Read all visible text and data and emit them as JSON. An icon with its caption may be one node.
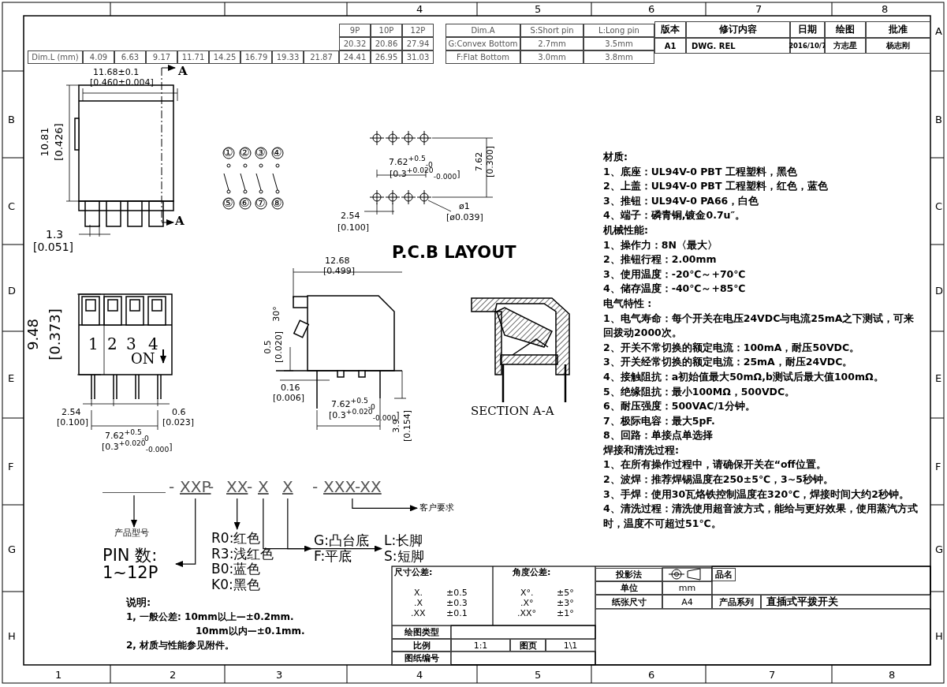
{
  "diagram": {
    "nodes": [
      {
        "text": [],
        "shape": "bar"
      },
      {
        "text": [
          "XXP"
        ]
      },
      {
        "text": [
          "XX"
        ]
      },
      {
        "text": [
          "X"
        ]
      },
      {
        "text": [
          "X"
        ]
      },
      {
        "text": [
          "XXX-XX"
        ]
      },
      {
        "text": [
          "产品型号"
        ]
      },
      {
        "text": [
          "PIN 数: 1~12P"
        ]
      },
      {
        "text": [
          "R0:红色",
          "R3:浅红色",
          "B0:蓝色",
          "K0:黑色"
        ]
      },
      {
        "text": [
          "G:凸台底",
          "F:平底"
        ]
      },
      {
        "text": [
          "L:长脚",
          "S:短脚"
        ]
      },
      {
        "text": [
          "客户要求"
        ]
      }
    ],
    "edges": [
      {
        "from": 0,
        "to": 6,
        "arrow": "to"
      },
      {
        "from": 1,
        "to": 7,
        "arrow": "to"
      },
      {
        "from": 2,
        "to": 8,
        "arrow": "to"
      },
      {
        "from": 3,
        "to": 9,
        "arrow": "to"
      },
      {
        "from": 4,
        "to": 10,
        "arrow": "to"
      },
      {
        "from": 5,
        "to": 11,
        "arrow": "to"
      }
    ],
    "labels": [
      "4",
      "5",
      "6",
      "7",
      "8",
      "1",
      "2",
      "3",
      "4",
      "5",
      "6",
      "7",
      "8",
      "B",
      "C",
      "D",
      "E",
      "F",
      "G",
      "H",
      "A",
      "B",
      "C",
      "D",
      "E",
      "F",
      "G",
      "H",
      "9P",
      "10P",
      "12P",
      "20.32",
      "20.86",
      "27.94",
      "Dim.L (mm)",
      "4.09",
      "6.63",
      "9.17",
      "11.71",
      "14.25",
      "16.79",
      "19.33",
      "21.87",
      "24.41",
      "26.95",
      "31.03",
      "Dim.A",
      "S:Short pin",
      "L:Long pin",
      "G:Convex Bottom",
      "2.7mm",
      "3.5mm",
      "F:Flat Bottom",
      "3.0mm",
      "3.8mm",
      "版本",
      "修订内容",
      "日期",
      "绘图",
      "批准",
      "A1",
      "DWG. REL",
      "2016/10/7",
      "方志星",
      "杨志刚",
      "11.68±0.1",
      "[0.460±0.004]",
      "A",
      "10.81",
      "[0.426]",
      "A",
      "1.3",
      "[0.051]",
      "①",
      "②",
      "③",
      "④",
      "⑤",
      "⑥",
      "⑦",
      "⑧",
      "7.62$^{+0.5}$$_{-0}$",
      "[0.3$^{+0.020}$$_{-0.000}$]",
      "7.62",
      "[0.300]",
      "2.54",
      "[0.100]",
      "ø1",
      "[ø0.039]",
      "P.C.B LAYOUT",
      "9.48",
      "[0.373]",
      "1",
      "2",
      "3",
      "4",
      "ON",
      "2.54",
      "[0.100]",
      "0.6",
      "[0.023]",
      "7.62$^{+0.5}$$_{-0}$",
      "[0.3$^{+0.020}$$_{-0.000}$]",
      "12.68",
      "[0.499]",
      "30°",
      "0.5",
      "[0.020]",
      "0.16",
      "[0.006]",
      "7.62$^{+0.5}$$_{-0}$",
      "[0.3$^{+0.020}$$_{-0.000}$]",
      "3.9",
      "[0.154]",
      "SECTION A-A",
      "-",
      "-",
      "-",
      "-",
      "说明:",
      "1, 一般公差: 10mm以上—±0.2mm.",
      "10mm以内—±0.1mm.",
      "2, 材质与性能参见附件。",
      "材质:",
      "1、底座：UL94V-0 PBT 工程塑料，黑色",
      "2、上盖：UL94V-0 PBT 工程塑料，红色，蓝色",
      "3、推钮：UL94V-0 PA66，白色",
      "4、端子：磷青铜,镀金0.7u″。",
      "机械性能:",
      "1、操作力：8N〈最大〉",
      "2、推钮行程：2.00mm",
      "3、使用温度：-20℃～+70℃",
      "4、储存温度：-40℃～+85℃",
      "电气特性 :",
      "1、电气寿命：每个开关在电压24VDC与电流25mA之下测试，可来回拨动2000次。",
      "2、开关不常切换的额定电流：100mA，耐压50VDC。",
      "3、开关经常切换的额定电流：25mA，耐压24VDC。",
      "4、接触阻抗：a初始值最大50mΩ,b测试后最大值100mΩ。",
      "5、绝缘阻抗：最小100MΩ，500VDC。",
      "6、耐压强度：500VAC/1分钟。",
      "7、极际电容：最大5pF.",
      "8、回路：单接点单选择",
      "焊接和清洗过程:",
      "1、在所有操作过程中，请确保开关在“off位置。",
      "2、波焊：推荐焊锡温度在250±5℃，3~5秒钟。",
      "3、手焊：使用30瓦烙铁控制温度在320℃，焊接时间大约2秒钟。",
      "4、清洗过程：清洗使用超音波方式，能给与更好效果，使用蒸汽方式时，温度不可超过51℃。",
      "尺寸公差:",
      "X.",
      "±0.5",
      ".X",
      "±0.3",
      ".XX",
      "±0.1",
      "角度公差:",
      "X°.",
      "±5°",
      ".X°",
      "±3°",
      ".XX°",
      "±1°",
      "绘图类型",
      "比例",
      "1:1",
      "图页",
      "1\\1",
      "图纸编号",
      "投影法",
      "品名",
      "单位",
      "mm",
      "纸张尺寸",
      "A4",
      "产品系列",
      "直插式平拨开关"
    ]
  }
}
